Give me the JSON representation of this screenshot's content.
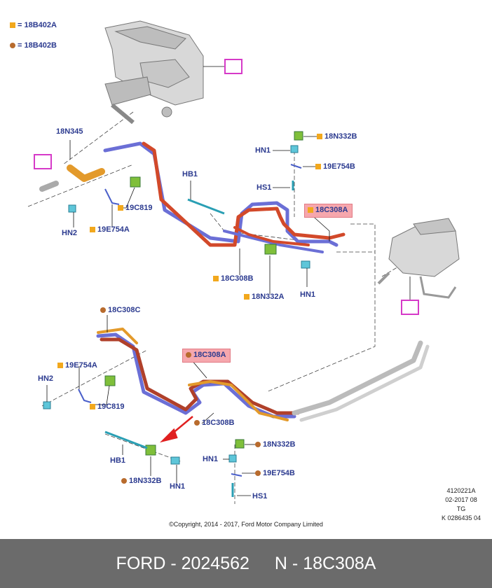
{
  "legend": {
    "square_label": "= 18B402A",
    "circle_label": "= 18B402B"
  },
  "labels": {
    "l_18n345": "18N345",
    "l_hb1_top": "HB1",
    "l_18n332b_top": "18N332B",
    "l_hn1_topright": "HN1",
    "l_19e754b_top": "19E754B",
    "l_hs1_top": "HS1",
    "l_18c308a_top": "18C308A",
    "l_19c819_top": "19C819",
    "l_hn2_top": "HN2",
    "l_19e754a_top": "19E754A",
    "l_18c308b_top": "18C308B",
    "l_18n332a": "18N332A",
    "l_hn1_mid": "HN1",
    "l_18c308c": "18C308C",
    "l_18c308a_bot": "18C308A",
    "l_19e754a_bot": "19E754A",
    "l_hn2_bot": "HN2",
    "l_19c819_bot": "19C819",
    "l_18c308b_bot": "18C308B",
    "l_18n332b_bot": "18N332B",
    "l_hn1_bot2": "HN1",
    "l_19e754b_bot": "19E754B",
    "l_hs1_bot": "HS1",
    "l_hb1_bot": "HB1",
    "l_18n332b_bot2": "18N332B",
    "l_hn1_bot3": "HN1"
  },
  "reference": {
    "line1": "4120221A",
    "line2": "02-2017 08",
    "line3": "TG",
    "line4": "K 0286435 04"
  },
  "copyright": "©Copyright, 2014 - 2017, Ford Motor Company Limited",
  "footer": {
    "brand_part": "FORD - 2024562",
    "part_number": "N - 18C308A"
  },
  "colors": {
    "hose_red": "#d2492a",
    "hose_blue": "#6b6fd6",
    "hose_orange": "#e39a2b",
    "label_blue": "#2b3a8f",
    "marker_square": "#f2a81d",
    "marker_circle": "#b86b2d",
    "highlight": "#f6a7ad",
    "view_icon": "#d63ac8",
    "footer_bg": "#6b6b6b"
  }
}
